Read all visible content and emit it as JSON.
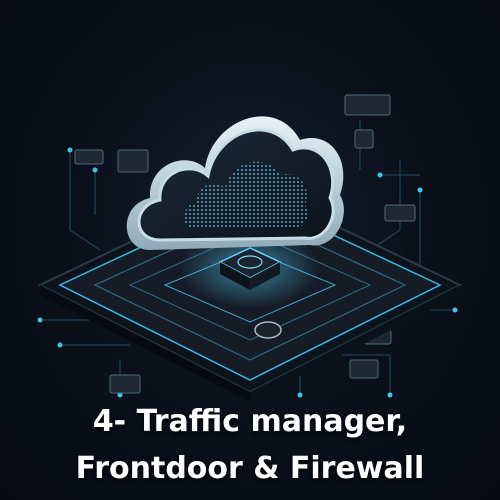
{
  "caption": {
    "line1": "4- Traffic manager,",
    "line2": "Frontdoor & Firewall"
  },
  "illustration": {
    "subject": "cloud-over-circuit-board",
    "colors": {
      "accent": "#2fb7e8",
      "glow": "#58d6ff",
      "board": "#1a212c",
      "background": "#0b111b",
      "text": "#ffffff"
    }
  }
}
